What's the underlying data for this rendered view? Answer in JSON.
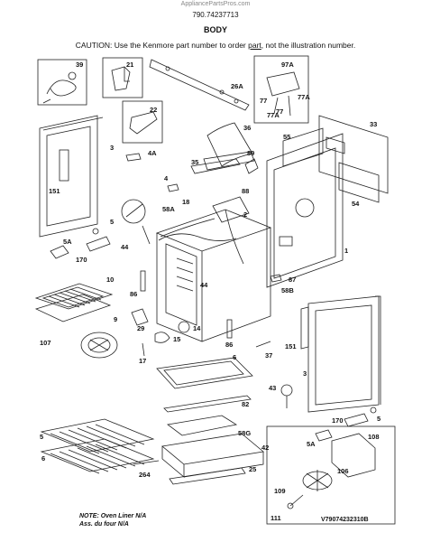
{
  "header": {
    "source": "AppliancePartsPros.com",
    "model": "790.74237713",
    "title": "BODY",
    "caution_prefix": "CAUTION: Use the Kenmore part number to order ",
    "caution_underlined": "part",
    "caution_suffix": ", not the illustration number."
  },
  "callouts": [
    "39",
    "21",
    "26A",
    "97A",
    "77",
    "77",
    "77A",
    "77A",
    "22",
    "36",
    "33",
    "3",
    "4A",
    "55",
    "89",
    "35",
    "4",
    "151",
    "88",
    "18",
    "5",
    "58A",
    "2",
    "5A",
    "44",
    "1",
    "170",
    "44",
    "54",
    "10",
    "86",
    "87",
    "58B",
    "9",
    "29",
    "14",
    "107",
    "15",
    "86",
    "17",
    "151",
    "37",
    "6",
    "3",
    "43",
    "82",
    "5",
    "170",
    "5",
    "58G",
    "5A",
    "6",
    "42",
    "108",
    "264",
    "25",
    "106",
    "109",
    "111"
  ],
  "footer": {
    "note_line1": "NOTE: Oven Liner N/A",
    "note_line2": "Ass. du four N/A",
    "code": "V79074232310B"
  }
}
